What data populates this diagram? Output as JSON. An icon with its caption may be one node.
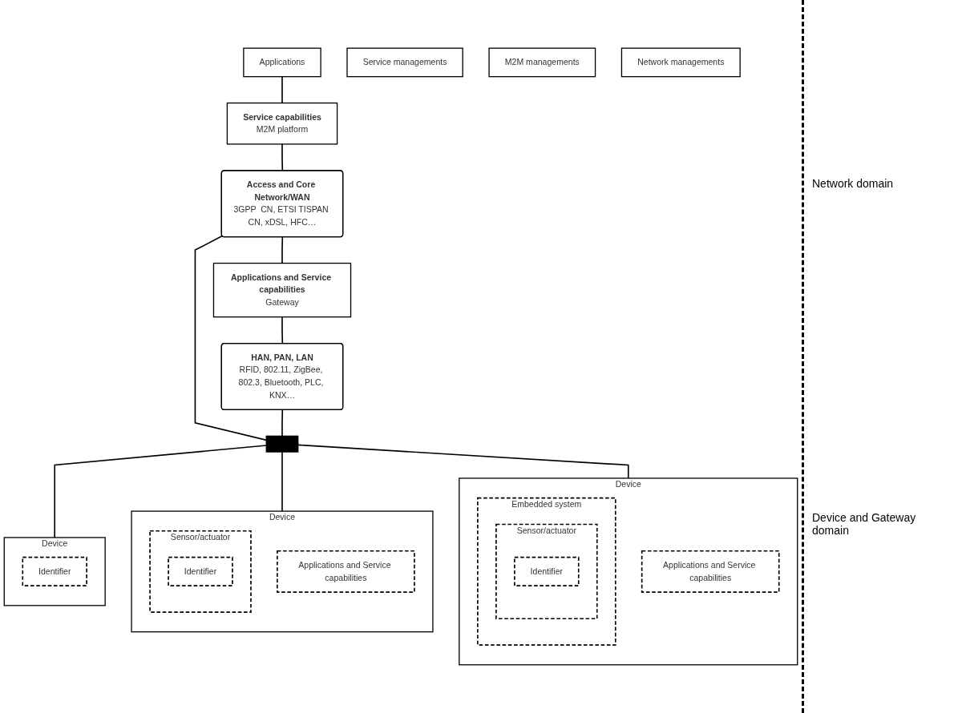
{
  "diagram": {
    "nodes": [
      {
        "text": [
          "Applications"
        ]
      },
      {
        "text": [
          "Service capabilities",
          "M2M platform"
        ]
      },
      {
        "text": [
          "Access and Core Network/WAN",
          "3GPP  CN, ETSI TISPAN CN, xDSL, HFC…"
        ]
      },
      {
        "text": [
          "Service managements"
        ]
      },
      {
        "text": [
          "M2M managements"
        ]
      },
      {
        "text": [
          "Network managements"
        ]
      },
      {
        "text": [
          "Applications and Service capabilities",
          "Gateway"
        ]
      },
      {
        "text": [
          "HAN, PAN, LAN",
          "RFID, 802.11, ZigBee, 802.3, Bluetooth, PLC, KNX…"
        ]
      },
      {
        "text": [],
        "shape": "bar"
      },
      {
        "text": [
          "Device"
        ]
      },
      {
        "text": [
          "Identifier"
        ],
        "in": 9
      },
      {
        "text": [
          "Device"
        ]
      },
      {
        "text": [
          "Applications and Service capabilities"
        ],
        "in": 11
      },
      {
        "text": [
          "Sensor/actuator"
        ],
        "in": 11
      },
      {
        "text": [
          "Identifier"
        ],
        "in": 13
      },
      {
        "text": [
          "Device"
        ]
      },
      {
        "text": [
          "Applications and Service capabilities"
        ],
        "in": 15
      },
      {
        "text": [
          "Embedded system"
        ],
        "in": 15
      },
      {
        "text": [
          "Sensor/actuator"
        ],
        "in": 17
      },
      {
        "text": [
          "Identifier"
        ],
        "in": 18
      }
    ],
    "edges": [
      {
        "from": 0,
        "to": 1,
        "arrow": "none"
      },
      {
        "from": 1,
        "to": 2,
        "arrow": "none"
      },
      {
        "from": 2,
        "to": 6,
        "arrow": "none"
      },
      {
        "from": 2,
        "to": 8,
        "arrow": "none"
      },
      {
        "from": 6,
        "to": 7,
        "arrow": "none"
      },
      {
        "from": 7,
        "to": 8,
        "arrow": "none"
      },
      {
        "from": 8,
        "to": 9,
        "arrow": "none"
      },
      {
        "from": 8,
        "to": 11,
        "arrow": "none"
      },
      {
        "from": 8,
        "to": 15,
        "arrow": "none"
      }
    ],
    "labels": [
      "Network domain",
      "Device and Gateway domain"
    ]
  }
}
